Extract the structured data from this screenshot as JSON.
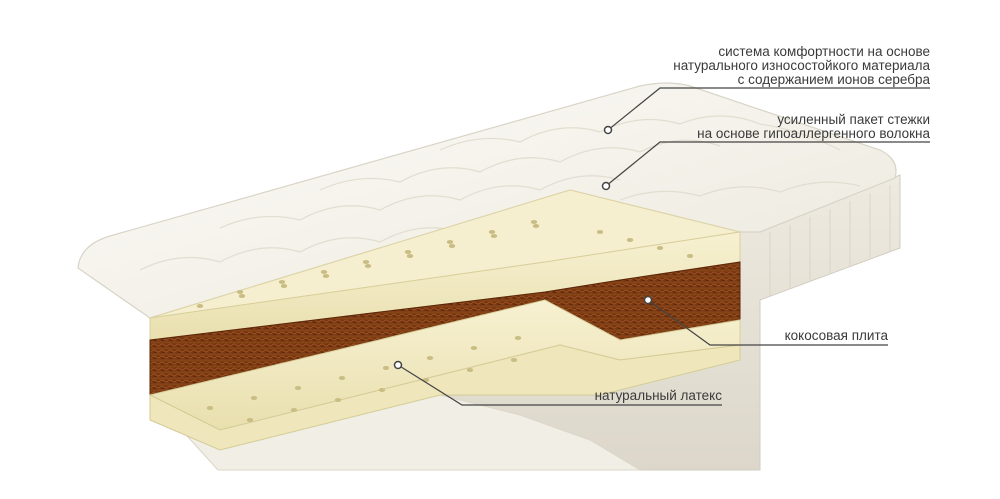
{
  "callouts": {
    "comfort": {
      "lines": [
        "система комфортности на основе",
        "натурального износостойкого материала",
        "с содержанием ионов серебра"
      ]
    },
    "quilting": {
      "lines": [
        "усиленный пакет стежки",
        "на основе гипоаллергенного волокна"
      ]
    },
    "coconut": {
      "lines": [
        "кокосовая плита"
      ]
    },
    "latex": {
      "lines": [
        "натуральный латекс"
      ]
    }
  },
  "colors": {
    "latex": "#f3ecc3",
    "coconut": "#7a3a12",
    "quilt": "#f7f5ef",
    "line": "#444444"
  }
}
